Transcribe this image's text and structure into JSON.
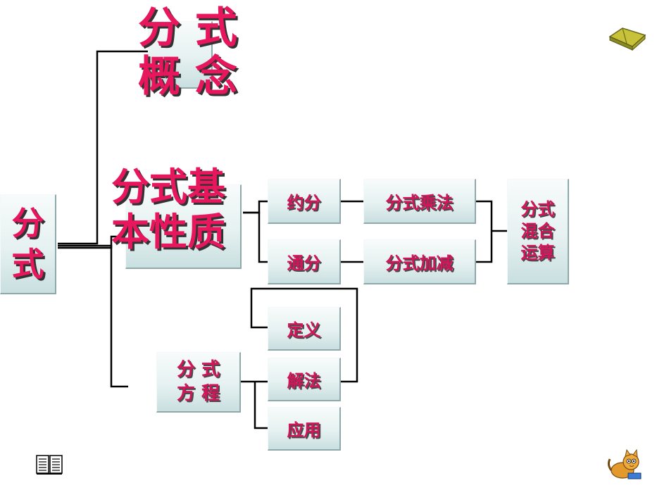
{
  "root": {
    "label": "分\n式"
  },
  "concept": {
    "label": "分  式\n概  念"
  },
  "property": {
    "label": "分式基\n本性质"
  },
  "equation": {
    "label": "分 式\n方 程"
  },
  "boxes": {
    "reduce": "约分",
    "common_denominator": "通分",
    "multiplication": "分式乘法",
    "addition": "分式加减",
    "mixed": "分式\n混合\n运算",
    "definition": "定义",
    "solution": "解法",
    "application": "应用"
  },
  "icons": {
    "top_right": "book-icon",
    "bottom_left": "open-book-icon",
    "bottom_right": "cat-icon"
  },
  "colors": {
    "label": "#e8165c",
    "line": "#000000",
    "box": "#e6f1f1"
  }
}
